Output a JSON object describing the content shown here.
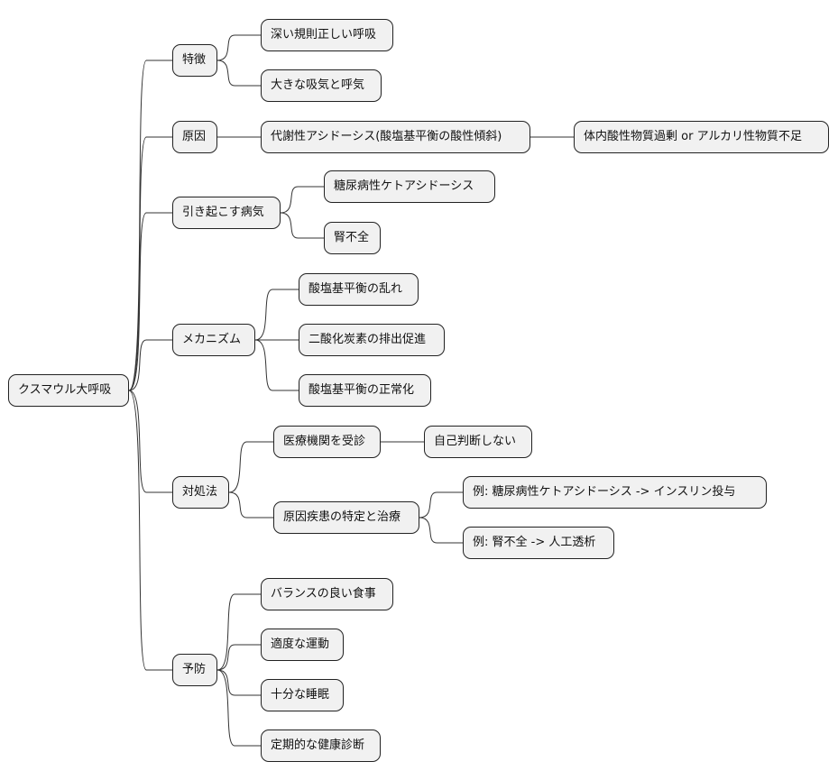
{
  "mindmap": {
    "root": "クスマウル大呼吸",
    "branches": [
      {
        "label": "特徴",
        "children": [
          {
            "label": "深い規則正しい呼吸"
          },
          {
            "label": "大きな吸気と呼気"
          }
        ]
      },
      {
        "label": "原因",
        "children": [
          {
            "label": "代謝性アシドーシス(酸塩基平衡の酸性傾斜)",
            "children": [
              {
                "label": "体内酸性物質過剰 or アルカリ性物質不足"
              }
            ]
          }
        ]
      },
      {
        "label": "引き起こす病気",
        "children": [
          {
            "label": "糖尿病性ケトアシドーシス"
          },
          {
            "label": "腎不全"
          }
        ]
      },
      {
        "label": "メカニズム",
        "children": [
          {
            "label": "酸塩基平衡の乱れ"
          },
          {
            "label": "二酸化炭素の排出促進"
          },
          {
            "label": "酸塩基平衡の正常化"
          }
        ]
      },
      {
        "label": "対処法",
        "children": [
          {
            "label": "医療機関を受診",
            "children": [
              {
                "label": "自己判断しない"
              }
            ]
          },
          {
            "label": "原因疾患の特定と治療",
            "children": [
              {
                "label": "例: 糖尿病性ケトアシドーシス -> インスリン投与"
              },
              {
                "label": "例: 腎不全 -> 人工透析"
              }
            ]
          }
        ]
      },
      {
        "label": "予防",
        "children": [
          {
            "label": "バランスの良い食事"
          },
          {
            "label": "適度な運動"
          },
          {
            "label": "十分な睡眠"
          },
          {
            "label": "定期的な健康診断"
          }
        ]
      }
    ]
  }
}
